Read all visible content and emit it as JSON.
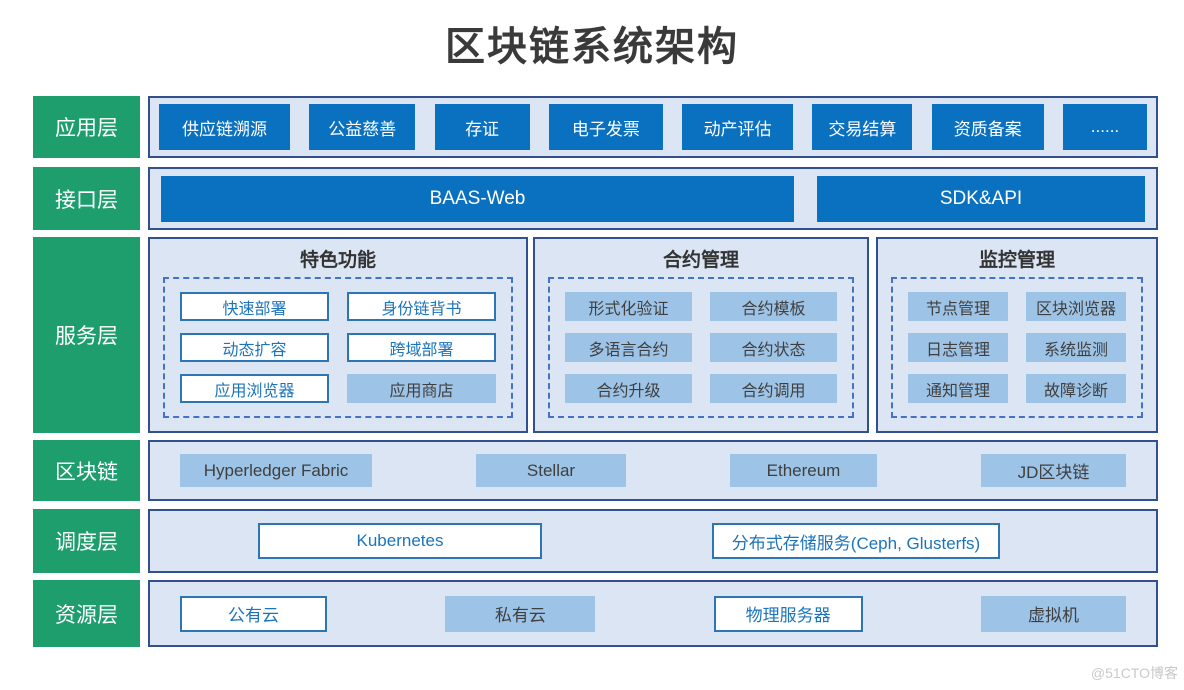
{
  "title": "区块链系统架构",
  "watermark": "@51CTO博客",
  "colors": {
    "layer_label_green": "#1E9E6D",
    "button_blue": "#0A71C0",
    "node_fill_blue": "#9DC3E6",
    "panel_background": "#DBE5F4",
    "panel_border": "#33508E",
    "outline_node_border": "#2E75B6"
  },
  "layers": {
    "app": {
      "label": "应用层",
      "items": [
        "供应链溯源",
        "公益慈善",
        "存证",
        "电子发票",
        "动产评估",
        "交易结算",
        "资质备案",
        "......"
      ]
    },
    "api": {
      "label": "接口层",
      "items": [
        "BAAS-Web",
        "SDK&API"
      ]
    },
    "service": {
      "label": "服务层",
      "groups": [
        {
          "title": "特色功能",
          "items": [
            "快速部署",
            "身份链背书",
            "动态扩容",
            "跨域部署",
            "应用浏览器",
            "应用商店"
          ]
        },
        {
          "title": "合约管理",
          "items": [
            "形式化验证",
            "合约模板",
            "多语言合约",
            "合约状态",
            "合约升级",
            "合约调用"
          ]
        },
        {
          "title": "监控管理",
          "items": [
            "节点管理",
            "区块浏览器",
            "日志管理",
            "系统监测",
            "通知管理",
            "故障诊断"
          ]
        }
      ]
    },
    "chain": {
      "label": "区块链",
      "items": [
        "Hyperledger Fabric",
        "Stellar",
        "Ethereum",
        "JD区块链"
      ]
    },
    "sched": {
      "label": "调度层",
      "items": [
        "Kubernetes",
        "分布式存储服务(Ceph, Glusterfs)"
      ]
    },
    "res": {
      "label": "资源层",
      "items": [
        "公有云",
        "私有云",
        "物理服务器",
        "虚拟机"
      ]
    }
  }
}
